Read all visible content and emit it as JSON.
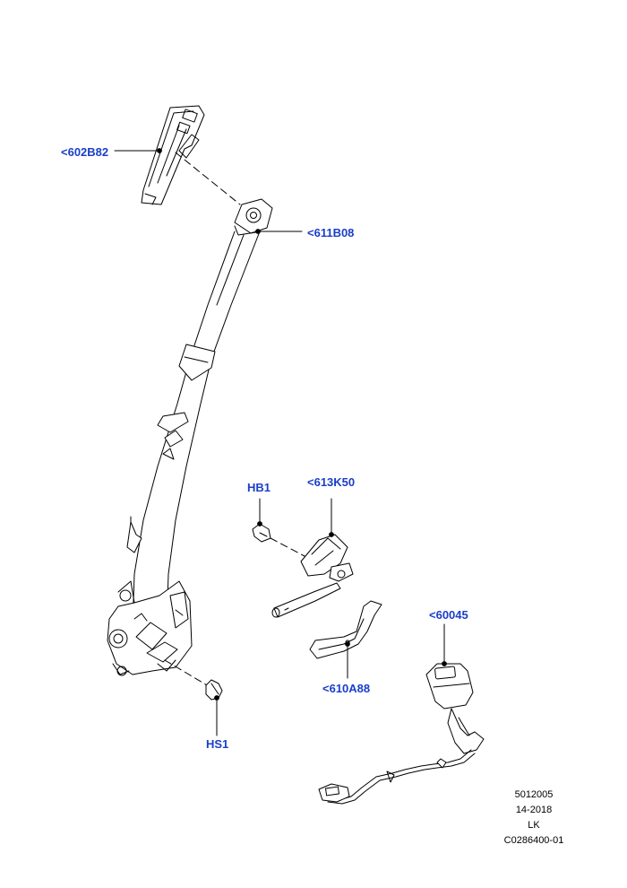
{
  "callouts": {
    "c602B82": "<602B82",
    "c611B08": "<611B08",
    "cHB1": "HB1",
    "c613K50": "<613K50",
    "c60045": "<60045",
    "c610A88": "<610A88",
    "cHS1": "HS1"
  },
  "reference": {
    "line1": "5012005",
    "line2": "14-2018",
    "line3": "LK",
    "line4": "C0286400-01"
  },
  "colors": {
    "callout_text": "#1a3ec8",
    "line_art": "#000000",
    "background": "#ffffff"
  }
}
